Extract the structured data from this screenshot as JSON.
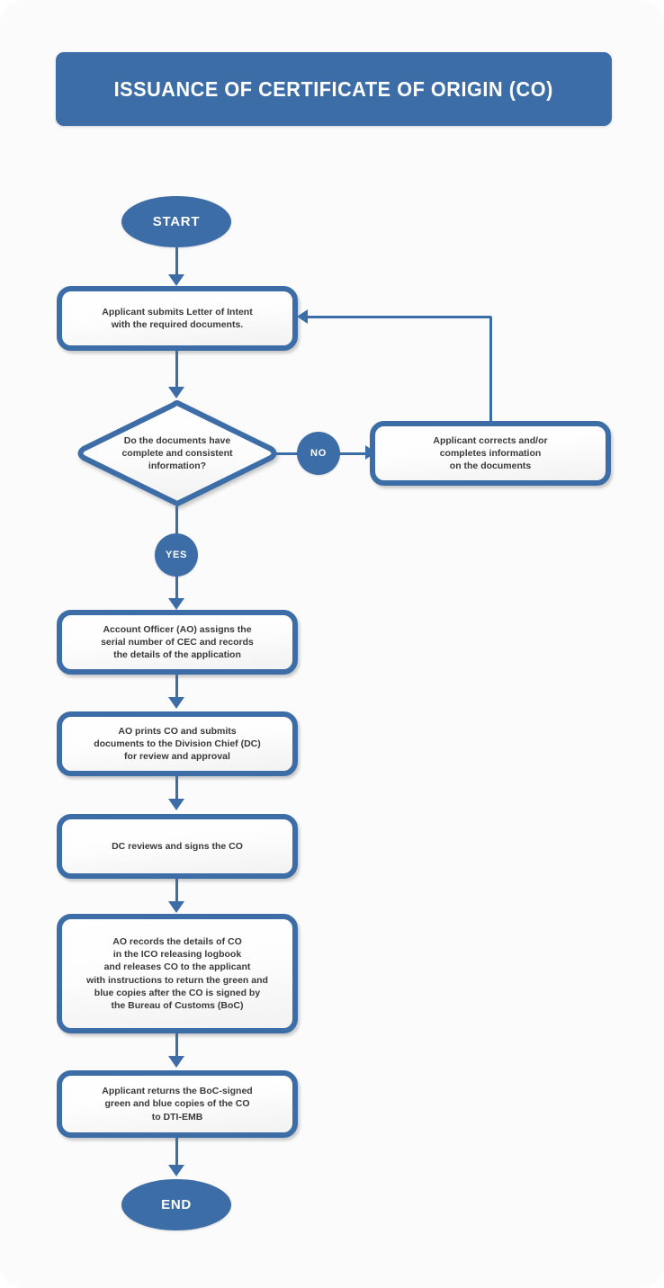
{
  "title": "ISSUANCE OF CERTIFICATE OF ORIGIN (CO)",
  "colors": {
    "accent_blue": "#3d6da6",
    "page_background": "#fbfbfb",
    "box_fill": "#fdfdfd",
    "body_text": "#3a3a3a",
    "title_text": "#ffffff"
  },
  "nodes": {
    "start": {
      "label": "START",
      "type": "terminator"
    },
    "step1": {
      "label": "Applicant submits Letter of Intent\nwith the required documents.",
      "type": "process"
    },
    "decision": {
      "label": "Do the documents have\ncomplete and consistent\ninformation?",
      "type": "decision"
    },
    "no_branch": {
      "label": "NO",
      "type": "branch-label"
    },
    "yes_branch": {
      "label": "YES",
      "type": "branch-label"
    },
    "correct_box": {
      "label": "Applicant corrects and/or\ncompletes information\non the documents",
      "type": "process"
    },
    "step2": {
      "label": "Account Officer (AO) assigns the\nserial number of CEC and records\nthe details of the application",
      "type": "process"
    },
    "step3": {
      "label": "AO prints CO and submits\ndocuments to the Division Chief (DC)\nfor review and approval",
      "type": "process"
    },
    "step4": {
      "label": "DC reviews and signs the CO",
      "type": "process"
    },
    "step5": {
      "label": "AO records the details of CO\nin the ICO releasing logbook\nand releases CO to the applicant\nwith instructions to return the green and\nblue copies after the CO is signed by\nthe Bureau of Customs (BoC)",
      "type": "process"
    },
    "step6": {
      "label": "Applicant returns the BoC-signed\ngreen and blue copies of the CO\nto DTI-EMB",
      "type": "process"
    },
    "end": {
      "label": "END",
      "type": "terminator"
    }
  }
}
